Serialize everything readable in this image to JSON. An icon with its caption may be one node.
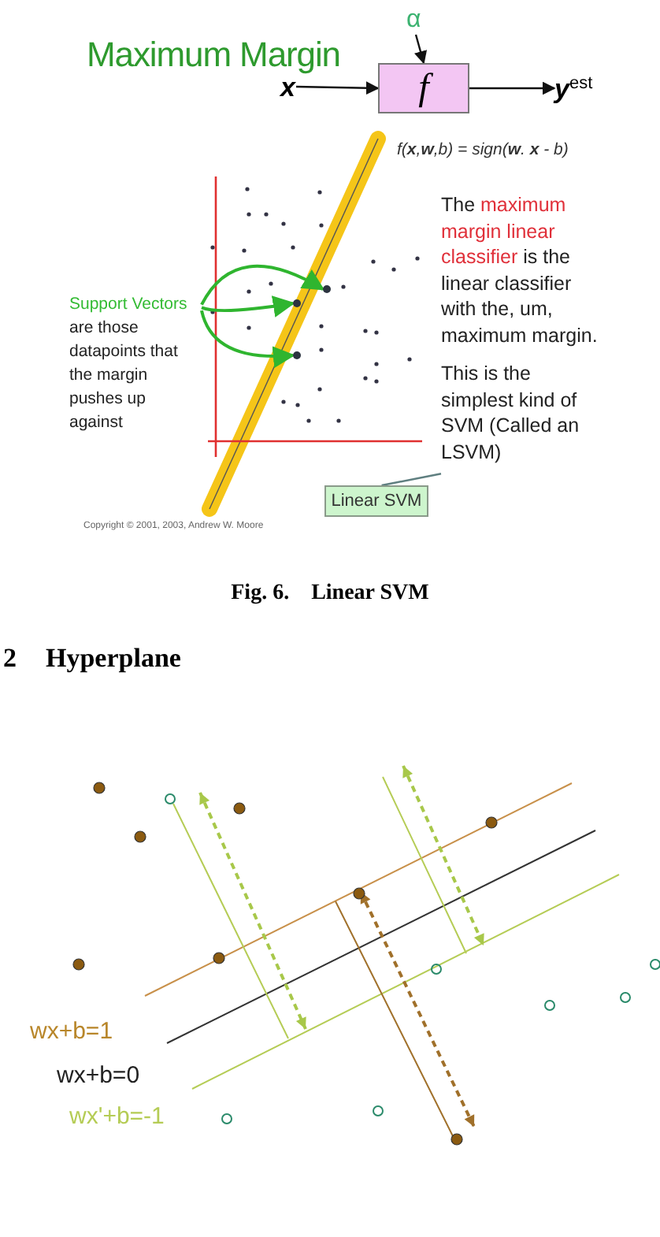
{
  "diagram": {
    "title": "Maximum Margin",
    "caption": "Fig. 6.    Linear SVM",
    "nodes": [
      {
        "text": [
          "f"
        ]
      },
      {
        "text": [
          "x"
        ]
      },
      {
        "text": [
          "α"
        ]
      },
      {
        "text": [
          "y$^{est}$"
        ]
      },
      {
        "text": [
          "Support Vectors",
          "are those datapoints that the margin pushes up against"
        ]
      },
      {
        "text": [],
        "shape": "circle"
      },
      {
        "text": [],
        "shape": "circle"
      },
      {
        "text": [],
        "shape": "circle"
      },
      {
        "text": [
          "Linear SVM"
        ]
      },
      {
        "text": [
          "The **maximum margin linear classifier** is the linear classifier with the, um, maximum margin.",
          "This is the simplest kind of SVM (Called an LSVM)"
        ]
      }
    ],
    "edges": [
      {
        "from": 1,
        "to": 0,
        "arrow": "to"
      },
      {
        "from": 2,
        "to": 0,
        "arrow": "to"
      },
      {
        "from": 0,
        "to": 3,
        "arrow": "to"
      },
      {
        "from": 4,
        "to": 5,
        "arrow": "to",
        "color": "#2fb52f"
      },
      {
        "from": 4,
        "to": 6,
        "arrow": "to",
        "color": "#2fb52f"
      },
      {
        "from": 4,
        "to": 7,
        "arrow": "to",
        "color": "#2fb52f"
      },
      {
        "from": 8,
        "to": 9,
        "arrow": "none",
        "color": "#5f7f80"
      }
    ],
    "labels": [
      "f(**x**,**w**,b) = sign(**w**. **x** - b)",
      "Copyright © 2001, 2003, Andrew W. Moore",
      "2",
      "Hyperplane",
      "wx+b=1",
      "wx+b=0",
      "wx'+b=-1"
    ]
  }
}
